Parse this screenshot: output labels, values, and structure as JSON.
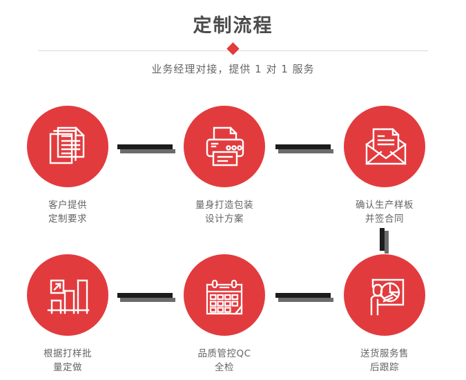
{
  "header": {
    "title": "定制流程",
    "subtitle": "业务经理对接，提供 1 对 1 服务",
    "divider_marker": "red-diamond"
  },
  "theme": {
    "accent_red": "#e23b3e",
    "title_color": "#4b4b4b",
    "caption_color": "#646464",
    "connector_color": "#1c1c1c",
    "connector_shadow": "#6b6b6b",
    "divider_color": "#d8d8d8",
    "background": "#ffffff"
  },
  "flow": {
    "steps": [
      {
        "index": 1,
        "icon": "documents-stack-icon",
        "caption": "客户提供\n定制要求"
      },
      {
        "index": 2,
        "icon": "printer-icon",
        "caption": "量身打造包装\n设计方案"
      },
      {
        "index": 3,
        "icon": "envelope-letter-icon",
        "caption": "确认生产样板\n并签合同"
      },
      {
        "index": 4,
        "icon": "bar-chart-growth-icon",
        "caption": "根据打样批\n量定做"
      },
      {
        "index": 5,
        "icon": "calendar-icon",
        "caption": "品质管控QC\n全检"
      },
      {
        "index": 6,
        "icon": "presentation-person-icon",
        "caption": "送货服务售\n后跟踪"
      }
    ],
    "connectors": [
      {
        "name": "connector-step1-step2",
        "orientation": "horizontal"
      },
      {
        "name": "connector-step2-step3",
        "orientation": "horizontal"
      },
      {
        "name": "connector-step3-step6",
        "orientation": "vertical"
      },
      {
        "name": "connector-step4-step5",
        "orientation": "horizontal"
      },
      {
        "name": "connector-step5-step6",
        "orientation": "horizontal"
      }
    ]
  }
}
